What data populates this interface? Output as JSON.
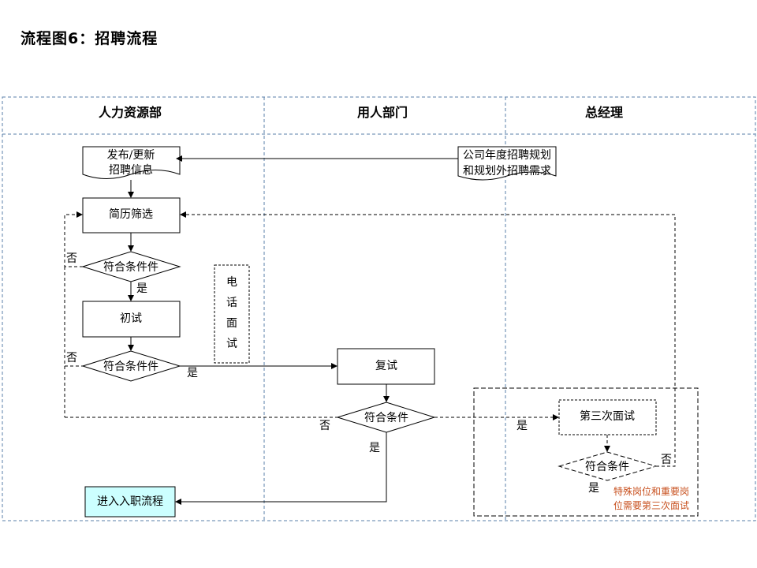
{
  "title": "流程图6：招聘流程",
  "lanes": [
    "人力资源部",
    "用人部门",
    "总经理"
  ],
  "nodes": {
    "publish": [
      "发布/更新",
      "招聘信息"
    ],
    "plan": [
      "公司年度招聘规划",
      "和规划外招聘需求"
    ],
    "screen": "简历筛选",
    "check1": "符合条件件",
    "first_interview": "初试",
    "check2": "符合条件件",
    "phone_interview": [
      "电",
      "话",
      "面",
      "试"
    ],
    "second_interview": "复试",
    "check3": "符合条件",
    "third_interview": "第三次面试",
    "check4": "符合条件",
    "onboard": "进入入职流程",
    "note": [
      "特殊岗位和重要岗",
      "位需要第三次面试"
    ]
  },
  "labels": {
    "yes": "是",
    "no": "否"
  },
  "colors": {
    "lane_border": "#5a7fa8",
    "onboard_fill": "#ccffff",
    "note_text": "#c8501e"
  }
}
